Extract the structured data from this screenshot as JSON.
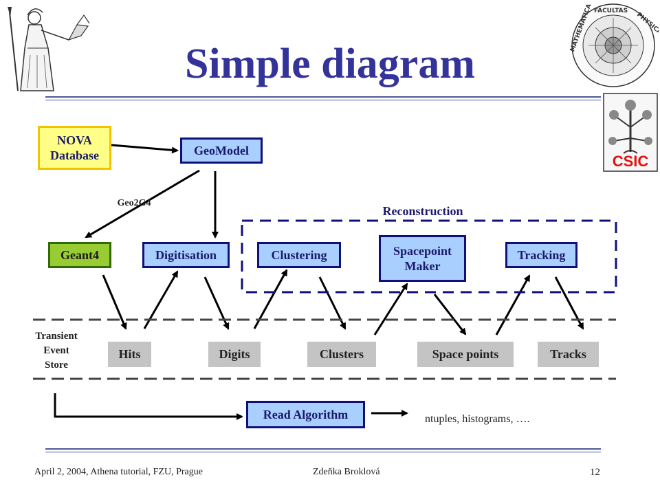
{
  "title": "Simple diagram",
  "boxes": {
    "nova": "NOVA\nDatabase",
    "geomodel": "GeoModel",
    "geant4": "Geant4",
    "digitisation": "Digitisation",
    "clustering": "Clustering",
    "spacepoint_maker": "Spacepoint\nMaker",
    "tracking": "Tracking",
    "hits": "Hits",
    "digits": "Digits",
    "clusters": "Clusters",
    "space_points": "Space points",
    "tracks": "Tracks",
    "read_algorithm": "Read Algorithm"
  },
  "labels": {
    "geo2g4": "Geo2G4",
    "reconstruction": "Reconstruction",
    "transient_event_store": "Transient\nEvent\nStore",
    "outputs": "ntuples, histograms, …."
  },
  "logos": {
    "csic": "CSIC",
    "faculty_seal": "FACULTAS MATHEMATICA PHYSICAQUE"
  },
  "footer": {
    "left": "April 2, 2004, Athena tutorial, FZU, Prague",
    "author": "Zdeňka Broklová",
    "page": "12"
  },
  "colors": {
    "title": "#33339a",
    "algorithm_fill": "#a9cfff",
    "algorithm_border": "#10107a",
    "data_fill": "#c4c4c4",
    "nova_fill": "#ffff88",
    "geant_fill": "#99cc33"
  }
}
